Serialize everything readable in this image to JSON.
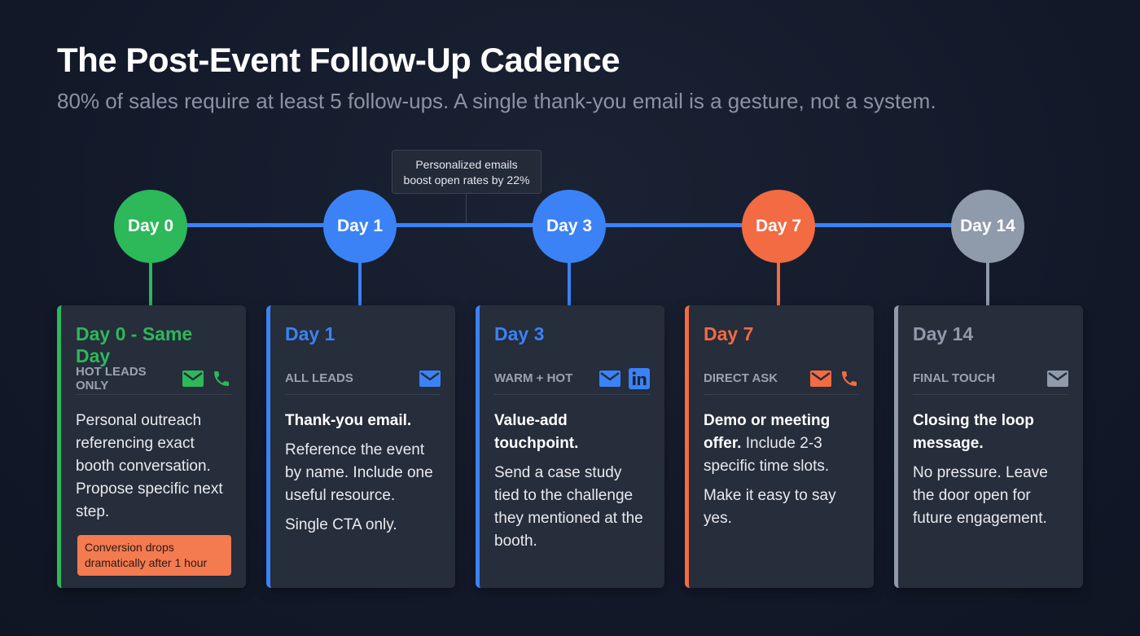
{
  "header": {
    "title": "The Post-Event Follow-Up Cadence",
    "subtitle": "80% of sales require at least 5 follow-ups. A single thank-you email is a gesture, not a system."
  },
  "colors": {
    "green": "#2db85a",
    "blue": "#3b82f6",
    "orange": "#f26b43",
    "gray": "#8f9aab",
    "card": "#262d3b",
    "background": "#141b2b"
  },
  "tooltip": {
    "line1": "Personalized emails",
    "line2": "boost open rates by 22%"
  },
  "steps": [
    {
      "node": "Day 0",
      "title": "Day 0 - Same Day",
      "label": "HOT LEADS ONLY",
      "icons": [
        "email-icon",
        "phone-icon"
      ],
      "lead": "",
      "text": "Personal outreach referencing exact booth conversation. Propose specific next step.",
      "extra": "",
      "warning": "Conversion drops dramatically after 1 hour"
    },
    {
      "node": "Day 1",
      "title": "Day 1",
      "label": "ALL LEADS",
      "icons": [
        "email-icon"
      ],
      "lead": "Thank-you email.",
      "text": "Reference the event by name. Include one useful resource.",
      "extra": "Single CTA only."
    },
    {
      "node": "Day 3",
      "title": "Day 3",
      "label": "WARM + HOT",
      "icons": [
        "email-icon",
        "linkedin-icon"
      ],
      "lead": "Value-add touchpoint.",
      "text": "Send a case study tied to the challenge they mentioned at the booth.",
      "extra": ""
    },
    {
      "node": "Day 7",
      "title": "Day 7",
      "label": "DIRECT ASK",
      "icons": [
        "email-icon",
        "phone-icon"
      ],
      "lead": "Demo or meeting offer.",
      "text": "Include 2-3 specific time slots.",
      "extra": "Make it easy to say yes.",
      "inline": true
    },
    {
      "node": "Day 14",
      "title": "Day 14",
      "label": "FINAL TOUCH",
      "icons": [
        "email-icon"
      ],
      "lead": "Closing the loop message.",
      "text": "No pressure. Leave the door open for future engagement.",
      "extra": ""
    }
  ]
}
